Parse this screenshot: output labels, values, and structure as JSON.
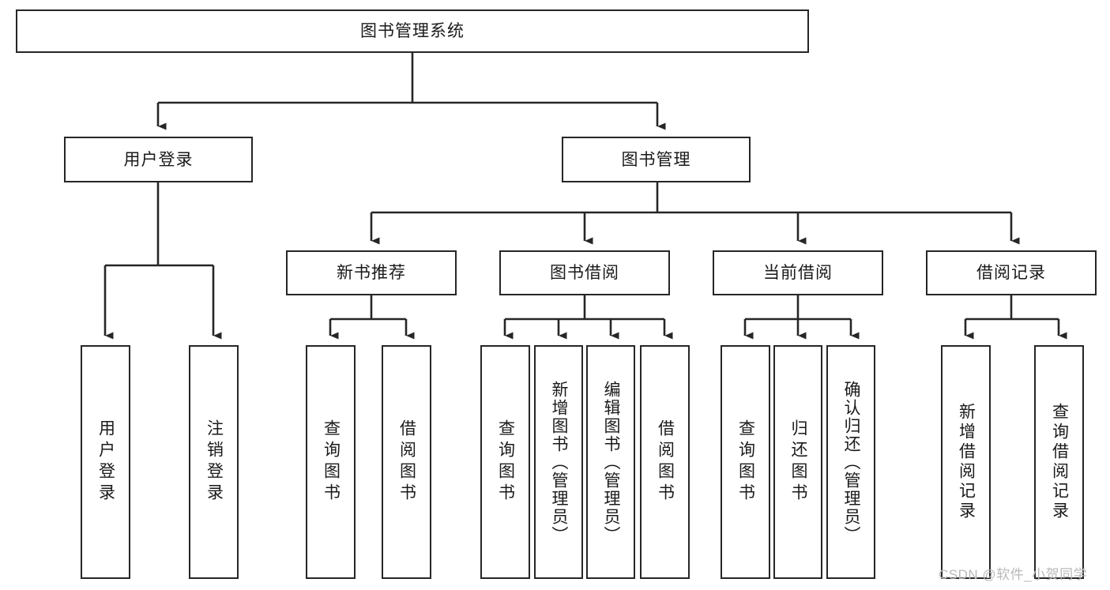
{
  "diagram": {
    "type": "tree-hierarchy-diagram",
    "title": "图书管理系统",
    "theme": {
      "background": "#ffffff",
      "stroke": "#262626",
      "text": "#1a1a1a",
      "watermark_color": "#b9b9b9"
    },
    "root": {
      "id": "root",
      "label": "图书管理系统",
      "orientation": "horizontal"
    },
    "level2": [
      {
        "id": "user-login",
        "label": "用户登录",
        "orientation": "horizontal"
      },
      {
        "id": "book-management",
        "label": "图书管理",
        "orientation": "horizontal"
      }
    ],
    "level3": [
      {
        "id": "new-book-recommend",
        "label": "新书推荐",
        "orientation": "horizontal",
        "parent": "book-management"
      },
      {
        "id": "book-borrow",
        "label": "图书借阅",
        "orientation": "horizontal",
        "parent": "book-management"
      },
      {
        "id": "current-borrow",
        "label": "当前借阅",
        "orientation": "horizontal",
        "parent": "book-management"
      },
      {
        "id": "borrow-record",
        "label": "借阅记录",
        "orientation": "horizontal",
        "parent": "book-management"
      }
    ],
    "leaves": [
      {
        "id": "leaf-user-login",
        "label": "用户登录",
        "orientation": "vertical",
        "parent": "user-login"
      },
      {
        "id": "leaf-user-logout",
        "label": "注销登录",
        "orientation": "vertical",
        "parent": "user-login"
      },
      {
        "id": "leaf-query-book-1",
        "label": "查询图书",
        "orientation": "vertical",
        "parent": "new-book-recommend"
      },
      {
        "id": "leaf-borrow-book-1",
        "label": "借阅图书",
        "orientation": "vertical",
        "parent": "new-book-recommend"
      },
      {
        "id": "leaf-query-book-2",
        "label": "查询图书",
        "orientation": "vertical",
        "parent": "book-borrow"
      },
      {
        "id": "leaf-add-book",
        "label": "新增图书（管理员）",
        "orientation": "vertical",
        "parent": "book-borrow"
      },
      {
        "id": "leaf-edit-book",
        "label": "编辑图书（管理员）",
        "orientation": "vertical",
        "parent": "book-borrow"
      },
      {
        "id": "leaf-borrow-book-2",
        "label": "借阅图书",
        "orientation": "vertical",
        "parent": "book-borrow"
      },
      {
        "id": "leaf-query-book-3",
        "label": "查询图书",
        "orientation": "vertical",
        "parent": "current-borrow"
      },
      {
        "id": "leaf-return-book",
        "label": "归还图书",
        "orientation": "vertical",
        "parent": "current-borrow"
      },
      {
        "id": "leaf-confirm-return",
        "label": "确认归还（管理员）",
        "orientation": "vertical",
        "parent": "current-borrow"
      },
      {
        "id": "leaf-add-record",
        "label": "新增借阅记录",
        "orientation": "vertical",
        "parent": "borrow-record"
      },
      {
        "id": "leaf-query-record",
        "label": "查询借阅记录",
        "orientation": "vertical",
        "parent": "borrow-record"
      }
    ],
    "watermark": "CSDN @软件_小贺同学"
  }
}
